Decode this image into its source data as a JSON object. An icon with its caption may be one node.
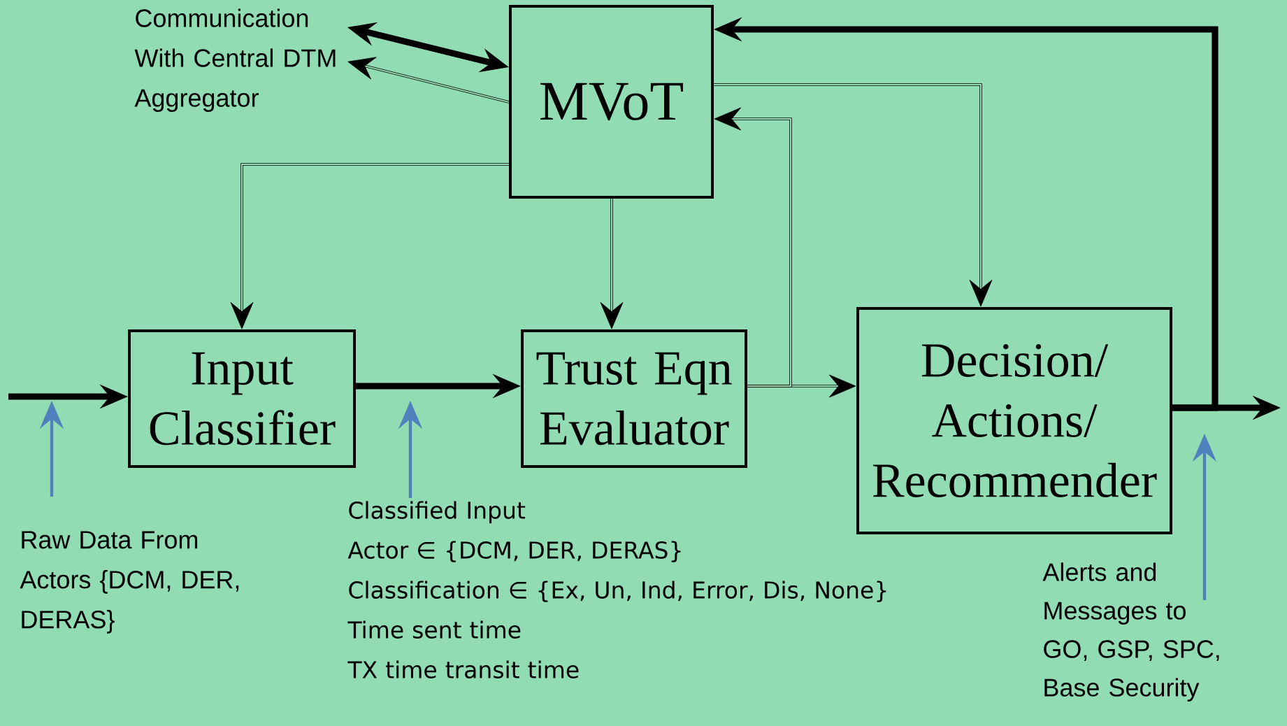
{
  "diagram": {
    "nodes": [
      {
        "text": [
          "Communication With Central DTM Aggregator"
        ]
      },
      {
        "text": [
          "MVoT"
        ]
      },
      {
        "text": [
          "Input Classifier"
        ]
      },
      {
        "text": [
          "Trust Eqn Evaluator"
        ]
      },
      {
        "text": [
          "Decision/ Actions/ Recommender"
        ]
      },
      {
        "text": [
          "Raw Data From Actors {DCM, DER, DERAS}"
        ]
      },
      {
        "text": [
          "Classified Input",
          "Actor ∈ {DCM, DER, DERAS}",
          "Classification ∈ {Ex, Un, Ind, Error, Dis, None}",
          "Time sent time",
          "TX time transit time"
        ]
      },
      {
        "text": [
          "Alerts and Messages to GO, GSP, SPC, Base Security"
        ]
      }
    ],
    "edges": [
      {
        "from": 0,
        "to": 1,
        "arrow": "both",
        "style": "thick"
      },
      {
        "from": 1,
        "to": 0,
        "arrow": "to"
      },
      {
        "from": null,
        "to": 2,
        "arrow": "to",
        "style": "thick"
      },
      {
        "from": 2,
        "to": 3,
        "arrow": "to",
        "style": "thick"
      },
      {
        "from": 3,
        "to": 4,
        "arrow": "to"
      },
      {
        "from": 3,
        "to": 1,
        "arrow": "to"
      },
      {
        "from": 1,
        "to": 2,
        "arrow": "to"
      },
      {
        "from": 1,
        "to": 3,
        "arrow": "to"
      },
      {
        "from": 1,
        "to": 4,
        "arrow": "to"
      },
      {
        "from": 4,
        "to": null,
        "arrow": "to",
        "style": "thick"
      },
      {
        "from": 4,
        "to": 1,
        "arrow": "to",
        "style": "thick"
      },
      {
        "from": 5,
        "to": null,
        "arrow": "to",
        "color": "#4f81bd"
      },
      {
        "from": 6,
        "to": null,
        "arrow": "to",
        "color": "#4f81bd"
      },
      {
        "from": 7,
        "to": null,
        "arrow": "to",
        "color": "#4f81bd"
      }
    ]
  }
}
